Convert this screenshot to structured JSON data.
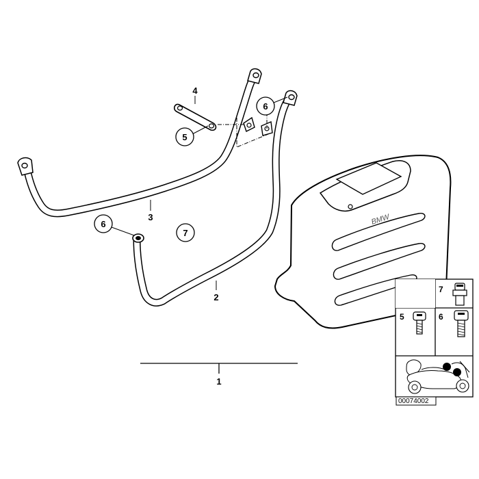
{
  "labels": {
    "assembly": "1",
    "bar_rear": "2",
    "bar_front": "3",
    "strap": "4",
    "screw_small": "5",
    "screw_bolt": "6",
    "kit": "7"
  },
  "case_brand": "BMW",
  "inset": {
    "code": "00074002",
    "kit_label": "7",
    "screw_small_label": "5",
    "screw_bolt_label": "6"
  }
}
